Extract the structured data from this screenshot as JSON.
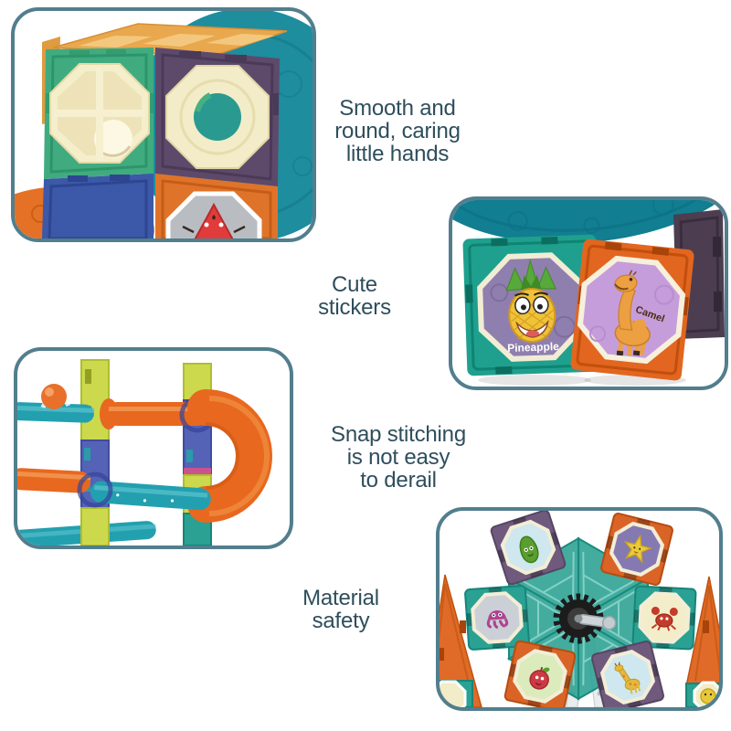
{
  "page": {
    "background": "#ffffff",
    "description": "Magnetic building tiles toy – four photo feature collage"
  },
  "theme": {
    "panel_border_color": "#527e8d",
    "caption_color": "#2e4e5c",
    "palette": {
      "teal_disc": "#1e8d9e",
      "teal_tile": "#1fa08e",
      "green_tile": "#45b083",
      "purple_tile": "#5d4a6b",
      "orange": "#e8681f",
      "blue_tile": "#3c58a8",
      "yellow_green_tile": "#ccd94d",
      "cream": "#f2ecc8"
    }
  },
  "features": [
    {
      "id": "smooth",
      "caption": "Smooth and\nround, caring\nlittle hands",
      "photo": "cube of translucent magnetic tiles with octagon windows"
    },
    {
      "id": "stickers",
      "caption": "Cute\nstickers",
      "photo": "tiles with pineapple and camel stickers under a teal disc"
    },
    {
      "id": "snap",
      "caption": "Snap stitching\nis not easy\nto derail",
      "photo": "marble run rails with orange ball and U-turn tube"
    },
    {
      "id": "material",
      "caption": "Material\nsafety",
      "photo": "ferris wheel of teal triangle tiles with animal sticker squares and orange cones"
    }
  ],
  "sticker_labels": {
    "pineapple": "Pineapple",
    "camel": "Camel"
  },
  "small_sticker_icons": [
    "avocado",
    "star",
    "octopus",
    "crab",
    "apple",
    "giraffe",
    "watermelon",
    "smiley"
  ]
}
